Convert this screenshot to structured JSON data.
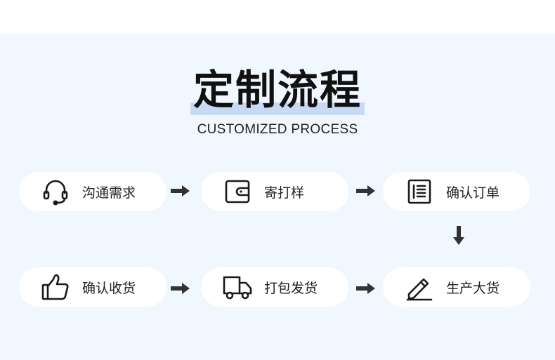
{
  "title": "定制流程",
  "subtitle": "CUSTOMIZED PROCESS",
  "steps": [
    {
      "label": "沟通需求",
      "icon": "headset-icon"
    },
    {
      "label": "寄打样",
      "icon": "wallet-icon"
    },
    {
      "label": "确认订单",
      "icon": "document-icon"
    },
    {
      "label": "生产大货",
      "icon": "pencil-icon"
    },
    {
      "label": "打包发货",
      "icon": "truck-icon"
    },
    {
      "label": "确认收货",
      "icon": "thumbs-up-icon"
    }
  ],
  "colors": {
    "panel": "#f1f7fe",
    "title_highlight": "#c6daf6",
    "card": "#ffffff",
    "text": "#111111",
    "arrow": "#333333"
  }
}
